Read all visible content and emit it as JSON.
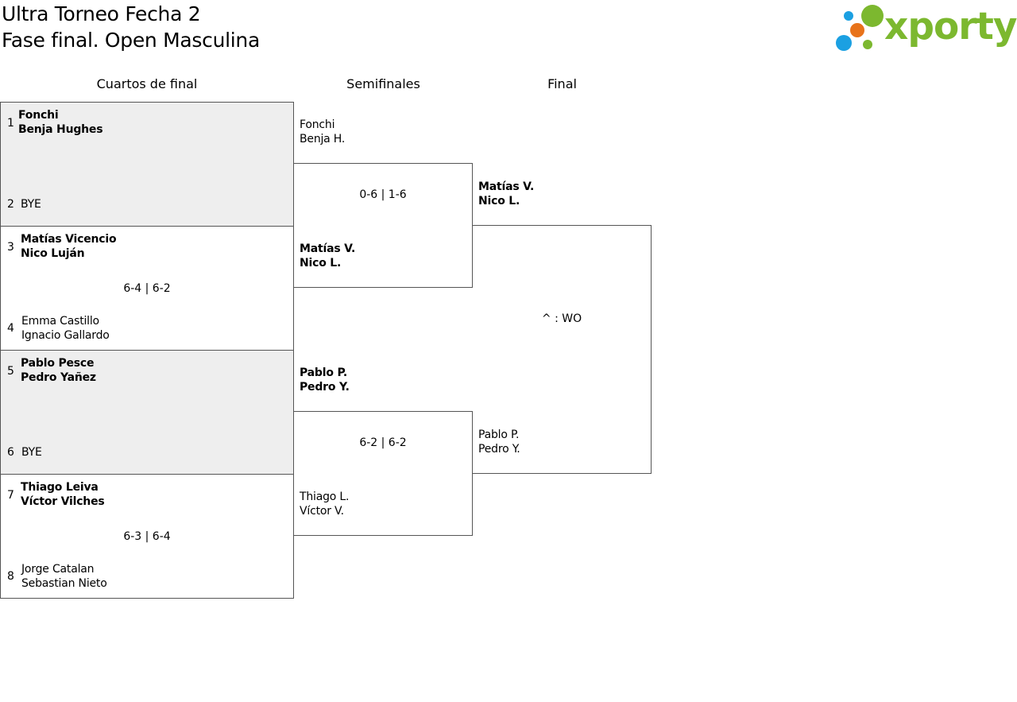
{
  "header": {
    "title_line1": "Ultra Torneo Fecha 2",
    "title_line2": "Fase final. Open Masculina"
  },
  "logo": {
    "text": "xporty",
    "colors": {
      "green": "#7cb82f",
      "orange": "#e8731a",
      "blue": "#1ba0e2"
    }
  },
  "rounds": {
    "quarterfinals": "Cuartos de final",
    "semifinals": "Semifinales",
    "final": "Final"
  },
  "quarterfinals": [
    {
      "seed_top": "1",
      "top": [
        "Fonchi",
        "Benja Hughes"
      ],
      "seed_bottom": "2",
      "bottom": [
        "BYE"
      ],
      "score": "",
      "winner": "top",
      "bye": true
    },
    {
      "seed_top": "3",
      "top": [
        "Matías Vicencio",
        "Nico Luján"
      ],
      "seed_bottom": "4",
      "bottom": [
        "Emma Castillo",
        "Ignacio Gallardo"
      ],
      "score": "6-4 | 6-2",
      "winner": "top",
      "bye": false
    },
    {
      "seed_top": "5",
      "top": [
        "Pablo Pesce",
        "Pedro Yañez"
      ],
      "seed_bottom": "6",
      "bottom": [
        "BYE"
      ],
      "score": "",
      "winner": "top",
      "bye": true
    },
    {
      "seed_top": "7",
      "top": [
        "Thiago Leiva",
        "Víctor Vilches"
      ],
      "seed_bottom": "8",
      "bottom": [
        "Jorge Catalan",
        "Sebastian Nieto"
      ],
      "score": "6-3 | 6-4",
      "winner": "top",
      "bye": false
    }
  ],
  "semifinals": [
    {
      "top": [
        "Fonchi",
        "Benja H."
      ],
      "bottom": [
        "Matías V.",
        "Nico L."
      ],
      "score": "0-6 | 1-6",
      "winner": "bottom"
    },
    {
      "top": [
        "Pablo P.",
        "Pedro Y."
      ],
      "bottom": [
        "Thiago L.",
        "Víctor V."
      ],
      "score": "6-2 | 6-2",
      "winner": "top"
    }
  ],
  "final": {
    "top": [
      "Matías V.",
      "Nico L."
    ],
    "bottom": [
      "Pablo P.",
      "Pedro Y."
    ],
    "score": "^ : WO",
    "winner": "top"
  }
}
